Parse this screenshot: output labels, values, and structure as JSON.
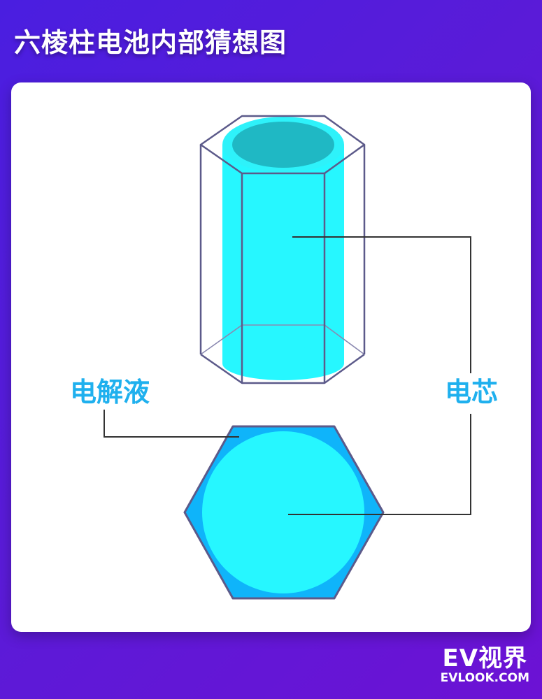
{
  "header": {
    "title": "六棱柱电池内部猜想图"
  },
  "diagram": {
    "labels": {
      "electrolyte": "电解液",
      "core": "电芯"
    },
    "colors": {
      "core_fill": "#26f7ff",
      "core_top": "#1fb8c4",
      "hex_fill": "#0fb4fa",
      "outline": "#5c5a8a",
      "leader_line": "#333333",
      "label": "#1fb0ee"
    }
  },
  "watermark": {
    "brand": "EV视界",
    "domain": "EVLOOK.COM"
  }
}
